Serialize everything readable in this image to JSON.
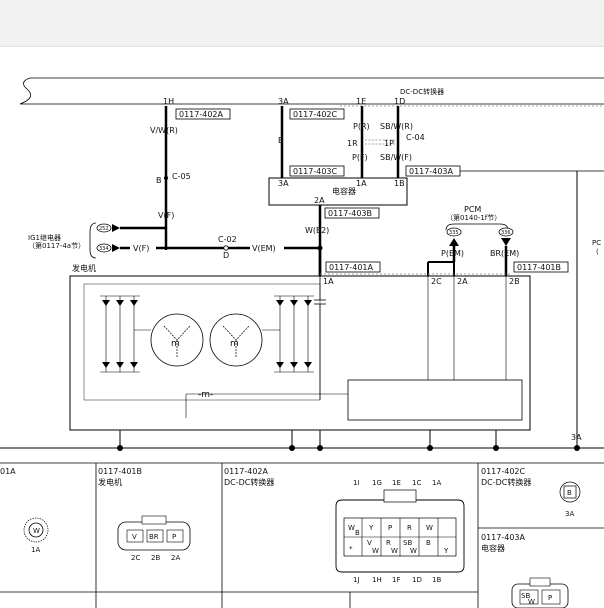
{
  "header": {
    "title": "DC-DC转换器"
  },
  "pins_top": {
    "p1H": "1H",
    "p3A": "3A",
    "p1E": "1E",
    "p1D": "1D"
  },
  "connectors": {
    "c402A": "0117-402A",
    "c402C": "0117-402C",
    "c403C": "0117-403C",
    "c403A": "0117-403A",
    "c403B": "0117-403B",
    "c401A": "0117-401A",
    "c401B": "0117-401B"
  },
  "wires": {
    "vwr": "V/W(R)",
    "b_left": "B",
    "c05": "C-05",
    "vf_top": "V(F)",
    "b_mid": "B",
    "pr": "P(R)",
    "sbwr": "SB/W(R)",
    "p1R": "1R",
    "p1P": "1P",
    "c04": "C-04",
    "pf": "P(F)",
    "sbwf": "SB/W(F)",
    "we2": "W(E2)",
    "vf_left": "V(F)",
    "c02": "C-02",
    "d": "D",
    "vem": "V(EM)",
    "pem": "P(EM)",
    "brem": "BR(EM)"
  },
  "capacitor": {
    "label": "电容器",
    "p3A": "3A",
    "p1A": "1A",
    "p1B": "1B",
    "p2A": "2A"
  },
  "pcm": {
    "title": "PCM",
    "ref": "（第0140-1f节）",
    "pin_left": "335",
    "pin_right": "336",
    "edge": "PC",
    "edge2": "("
  },
  "ig1": {
    "title": "IG1继电器",
    "ref": "（第0117-4a节）",
    "pin1": "252",
    "pin2": "334"
  },
  "generator": {
    "label": "发电机",
    "p1A": "1A",
    "p2C": "2C",
    "p2A": "2A",
    "p2B": "2B"
  },
  "right_pin": "3A",
  "bottom_panels": [
    {
      "code": "01A",
      "name": "",
      "pin": "W",
      "pin_num": "1A"
    },
    {
      "code": "0117-401B",
      "name": "发电机",
      "pins": [
        "V",
        "BR",
        "P"
      ],
      "pin_nums": [
        "2C",
        "2B",
        "2A"
      ]
    },
    {
      "code": "0117-402A",
      "name": "DC-DC转换器",
      "top_nums": [
        "1I",
        "1G",
        "1E",
        "1C",
        "1A"
      ],
      "bottom_nums": [
        "1J",
        "1H",
        "1F",
        "1D",
        "1B"
      ],
      "row1": [
        "W",
        "B",
        "Y",
        "P",
        "R",
        "W"
      ],
      "row2": [
        "*",
        "V",
        "R",
        "SB",
        "B"
      ],
      "row2_sub": [
        "W",
        "W",
        "W",
        "Y"
      ]
    },
    {
      "code": "0117-402C",
      "name": "DC-DC转换器",
      "pin": "B",
      "pin_num": "3A"
    },
    {
      "code": "0117-403A",
      "name": "电容器",
      "pins": [
        "SB",
        "P"
      ],
      "pin_sub": [
        "W"
      ]
    }
  ]
}
